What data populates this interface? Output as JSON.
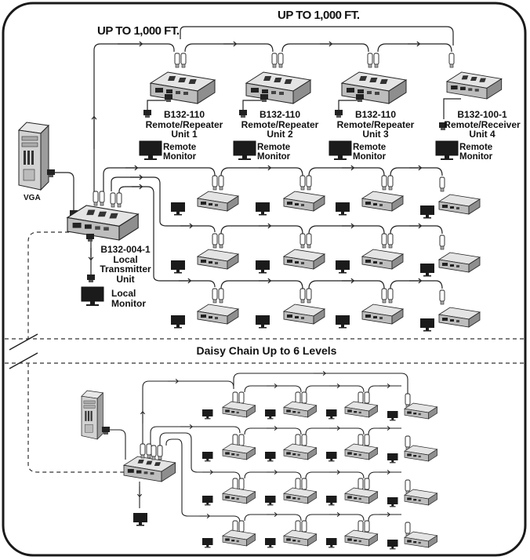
{
  "top_distance_left": "UP TO 1,000 FT.",
  "top_distance_right": "UP TO 1,000 FT.",
  "pc_label": "VGA",
  "remote_units": [
    {
      "model": "B132-110",
      "role": "Remote/Repeater",
      "unit": "Unit 1",
      "monitor": [
        "Remote",
        "Monitor"
      ]
    },
    {
      "model": "B132-110",
      "role": "Remote/Repeater",
      "unit": "Unit 2",
      "monitor": [
        "Remote",
        "Monitor"
      ]
    },
    {
      "model": "B132-110",
      "role": "Remote/Repeater",
      "unit": "Unit 3",
      "monitor": [
        "Remote",
        "Monitor"
      ]
    },
    {
      "model": "B132-100-1",
      "role": "Remote/Receiver",
      "unit": "Unit 4",
      "monitor": [
        "Remote",
        "Monitor"
      ]
    }
  ],
  "local_unit": {
    "model": "B132-004-1",
    "role": [
      "Local",
      "Transmitter",
      "Unit"
    ],
    "monitor": [
      "Local",
      "Monitor"
    ]
  },
  "section_caption": "Daisy Chain Up to 6 Levels",
  "colors": {
    "line": "#222222",
    "device": "#cfcfcf",
    "device_dark": "#6b6b6b",
    "frame": "#1a1a1a"
  }
}
